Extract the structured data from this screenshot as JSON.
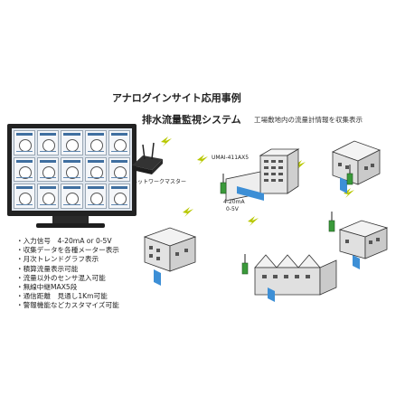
{
  "header": {
    "title": "アナログインサイト応用事例",
    "subtitle": "排水流量監視システム",
    "description": "工場敷地内の流量計情報を収集表示"
  },
  "diagram": {
    "network_master_label": "ネットワークマスター",
    "logger_model": "UMAI-411AX5",
    "signal_label_line1": "4-20mA",
    "signal_label_line2": "0-5V"
  },
  "features": [
    "・入力信号　4-20mA or  0-5V",
    "・収集データを各種メーター表示",
    "・月次トレンドグラフ表示",
    "・積算流量表示可能",
    "・流量以外のセンサ混入可能",
    "・無線中継MAX5段",
    "・通信距離　見通し1Km可能",
    "・警報機能などカスタマイズ可能"
  ],
  "colors": {
    "sensor_green": "#3a9a3a",
    "water_blue": "#3d8fd6",
    "building_gray": "#e8e8e8",
    "wireless_yellow": "#b8c800"
  }
}
